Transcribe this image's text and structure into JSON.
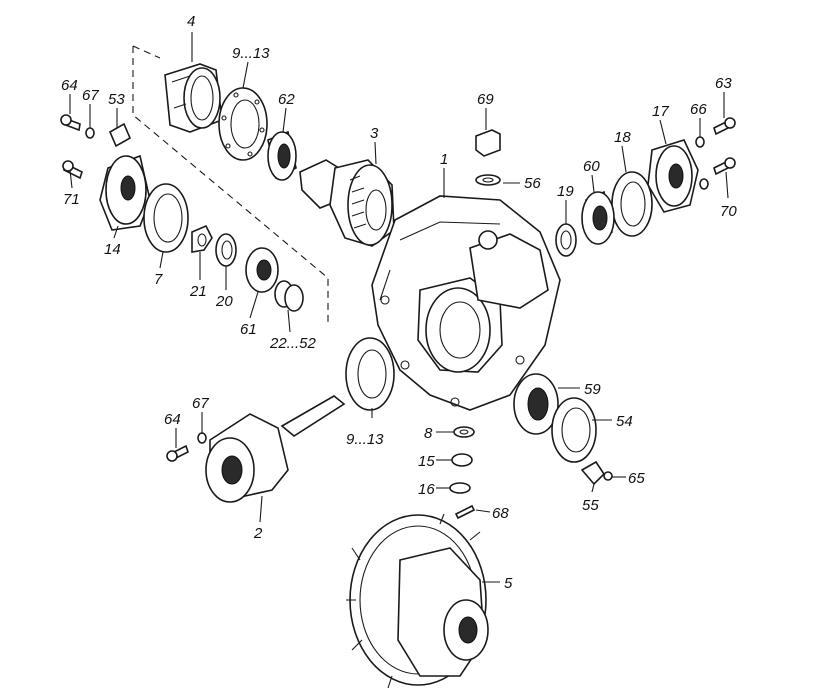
{
  "labels": {
    "l4": "4",
    "l9_13_top": "9...13",
    "l62": "62",
    "l3": "3",
    "l64_top": "64",
    "l67_top": "67",
    "l53": "53",
    "l71": "71",
    "l14": "14",
    "l7": "7",
    "l21": "21",
    "l20": "20",
    "l61": "61",
    "l22_52": "22...52",
    "l69": "69",
    "l56": "56",
    "l1": "1",
    "l63": "63",
    "l66": "66",
    "l17": "17",
    "l18": "18",
    "l60": "60",
    "l19": "19",
    "l70": "70",
    "l59": "59",
    "l54": "54",
    "l65": "65",
    "l55": "55",
    "l8": "8",
    "l15": "15",
    "l16": "16",
    "l68": "68",
    "l9_13_bottom": "9...13",
    "l64_bottom": "64",
    "l67_bottom": "67",
    "l2": "2",
    "l5": "5"
  },
  "colors": {
    "line": "#1a1a1a",
    "background": "#ffffff"
  }
}
